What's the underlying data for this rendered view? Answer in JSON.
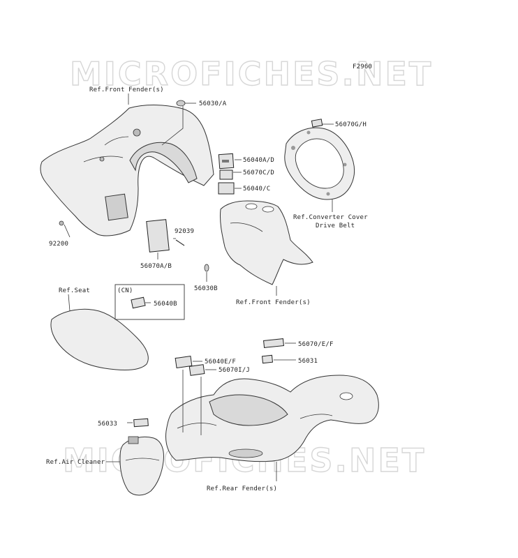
{
  "figure_code": "F2960",
  "watermark": "MICROFICHES.NET",
  "labels": {
    "ref_front_fender_top": "Ref.Front Fender(s)",
    "p56030A": "56030/A",
    "p56040AD": "56040A/D",
    "p56070CD": "56070C/D",
    "p56040C": "56040/C",
    "p56070GH": "56070G/H",
    "ref_converter_cover": "Ref.Converter Cover",
    "drive_belt": "Drive Belt",
    "p92200": "92200",
    "p92039": "92039",
    "p56070AB": "56070A/B",
    "p56030B": "56030B",
    "ref_front_fender_bottom": "Ref.Front Fender(s)",
    "ref_seat": "Ref.Seat",
    "cn": "(CN)",
    "p56040B": "56040B",
    "p56070EF": "56070/E/F",
    "p56040EF": "56040E/F",
    "p56031": "56031",
    "p56070IJ": "56070I/J",
    "p56033": "56033",
    "ref_air_cleaner": "Ref.Air Cleaner",
    "ref_rear_fender": "Ref.Rear Fender(s)"
  }
}
